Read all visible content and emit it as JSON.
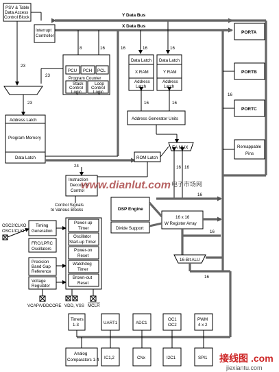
{
  "blocks": {
    "psv": [
      "PSV & Table",
      "Data Access",
      "Control Block"
    ],
    "interrupt": [
      "Interrupt",
      "Controller"
    ],
    "pcu": "PCU",
    "pch": "PCH",
    "pcl": "PCL",
    "program_counter": "Program Counter",
    "stack_control": [
      "Stack",
      "Control",
      "Logic"
    ],
    "loop_control": [
      "Loop",
      "Control",
      "Logic"
    ],
    "address_latch": "Address Latch",
    "program_memory": "Program Memory",
    "data_latch": "Data Latch",
    "x_data_latch": "Data Latch",
    "x_ram": "X RAM",
    "x_addr_latch": [
      "Address",
      "Latch"
    ],
    "y_data_latch": "Data Latch",
    "y_ram": "Y RAM",
    "y_addr_latch": [
      "Address",
      "Latch"
    ],
    "agu": "Address Generator Units",
    "ea_mux": "EA MUX",
    "rom_latch": "ROM Latch",
    "instr_decode": [
      "Instruction",
      "Decode &",
      "Control"
    ],
    "control_signals": [
      "Control Signals",
      "to Various Blocks"
    ],
    "dsp_engine": "DSP Engine",
    "divide_support": "Divide Support",
    "w_reg": [
      "16 x 16",
      "W Register Array"
    ],
    "alu": "16-Bit ALU",
    "timing": [
      "Timing",
      "Generation"
    ],
    "frc": [
      "FRC/LPRC",
      "Oscillators"
    ],
    "precision": [
      "Precision",
      "Band Gap",
      "Reference"
    ],
    "voltage_reg": [
      "Voltage",
      "Regulator"
    ],
    "power_up": [
      "Power-up",
      "Timer"
    ],
    "osc_startup": [
      "Oscillator",
      "Start-up Timer"
    ],
    "por": [
      "Power-on",
      "Reset"
    ],
    "watchdog": [
      "Watchdog",
      "Timer"
    ],
    "brownout": [
      "Brown-out",
      "Reset"
    ],
    "timers": [
      "Timers",
      "1-3"
    ],
    "uart": "UART1",
    "adc": "ADC1",
    "oc": [
      "OC1",
      "OC2"
    ],
    "pwm": [
      "PWM",
      "4 x 2"
    ],
    "analog_comp": [
      "Analog",
      "Comparators 1-4"
    ],
    "ic": "IC1,2",
    "cn": "CNx",
    "i2c": "I2C1",
    "spi": "SPI1"
  },
  "ports": [
    "PORTA",
    "PORTB",
    "PORTC"
  ],
  "remappable": [
    "Remappable",
    "Pins"
  ],
  "buses": {
    "y_bus": "Y Data Bus",
    "x_bus": "X Data Bus"
  },
  "pins": {
    "osc": [
      "OSC2/CLKO",
      "OSC1/CLKI"
    ],
    "vcap": "VCAP/VDDCORE",
    "vdd_vss": "VDD, VSS",
    "mclr": "MCLR"
  },
  "bus_widths": [
    "16",
    "16",
    "8",
    "16",
    "16",
    "16",
    "23",
    "23",
    "23",
    "24",
    "16",
    "16",
    "16",
    "16",
    "16",
    "16",
    "16",
    "16",
    "16"
  ],
  "watermark": {
    "site": "www.dianlut.com",
    "cn_text": "电子市场网",
    "brand": "接线图",
    "domain": ".com",
    "url": "jiexiantu.com"
  }
}
